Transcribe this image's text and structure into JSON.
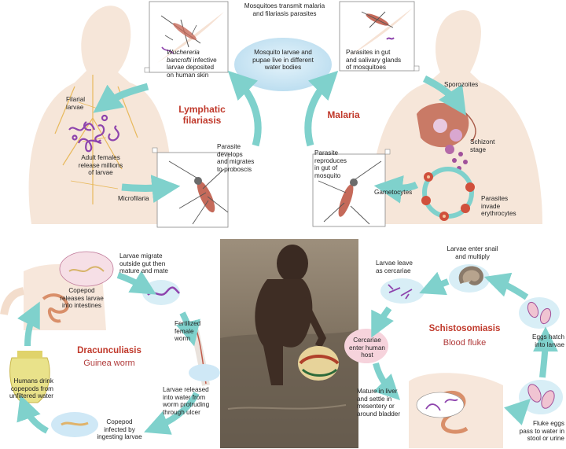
{
  "header": {
    "top_caption": "Mosquitoes transmit malaria\nand filariasis parasites",
    "center_bubble": "Mosquito larvae and\npupae live in different\nwater bodies"
  },
  "filariasis": {
    "title": "Lymphatic\nfilariasis",
    "deposit_label_species": "Wuchereria\nbancrofti",
    "deposit_label_rest": " infective\nlarvae deposited\non human skin",
    "larvae": "Filarial\nlarvae",
    "adults": "Adult females\nrelease millions\nof larvae",
    "develops": "Parasite\ndevelops\nand migrates\nto proboscis",
    "microfilaria": "Microfilaria"
  },
  "malaria": {
    "title": "Malaria",
    "gut": "Parasites in gut\nand salivary glands\nof mosquitoes",
    "sporozoites": "Sporozoites",
    "schizont": "Schizont\nstage",
    "reproduces": "Parasite\nreproduces\nin gut of\nmosquito",
    "gametocytes": "Gametocytes",
    "invade": "Parasites\ninvade\nerythrocytes"
  },
  "dracunculiasis": {
    "title": "Dracunculiasis",
    "subtitle": "Guinea worm",
    "migrate": "Larvae migrate\noutside gut then\nmature and mate",
    "copepod_release": "Copepod\nreleases larvae\ninto intestines",
    "fertilized": "Fertilized\nfemale\nworm",
    "drink": "Humans drink\ncopepods from\nunfiltered water",
    "released": "Larvae released\ninto water from\nworm protruding\nthrough ulcer",
    "infected": "Copepod\ninfected by\ningesting larvae"
  },
  "schistosomiasis": {
    "title": "Schistosomiasis",
    "subtitle": "Blood fluke",
    "enter_snail": "Larvae enter snail\nand multiply",
    "leave": "Larvae leave\nas cercariae",
    "cercariae": "Cercariae\nenter human\nhost",
    "hatch": "Eggs hatch\ninto larvae",
    "mature": "Mature in liver\nand settle in\nmesentery or\naround bladder",
    "eggs": "Fluke eggs\npass to water in\nstool or urine"
  },
  "colors": {
    "arrow": "#7fd1cc",
    "title_red": "#c0392b",
    "skin": "#f3ddcc",
    "bubble": "#cfe8f6",
    "parasite": "#8e44ad"
  }
}
